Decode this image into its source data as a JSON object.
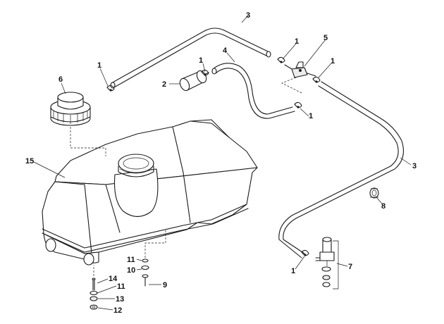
{
  "callouts": {
    "c1a": "1",
    "c1b": "1",
    "c1c": "1",
    "c1d": "1",
    "c1e": "1",
    "c1f": "1",
    "c2": "2",
    "c3a": "3",
    "c3b": "3",
    "c4": "4",
    "c5": "5",
    "c6": "6",
    "c7": "7",
    "c8": "8",
    "c9": "9",
    "c10": "10",
    "c11a": "11",
    "c11b": "11",
    "c12": "12",
    "c13": "13",
    "c14": "14",
    "c15": "15"
  }
}
